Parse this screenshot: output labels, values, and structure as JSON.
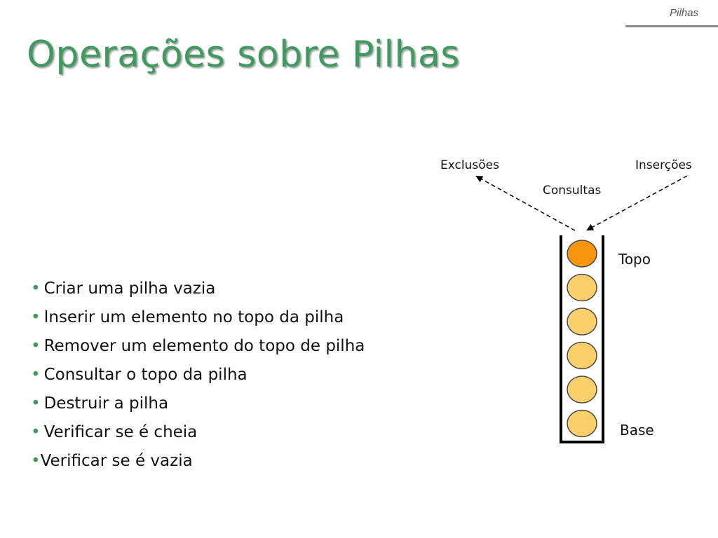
{
  "header": {
    "tag": "Pilhas"
  },
  "title": "Operações sobre Pilhas",
  "bullets": {
    "mark": "•",
    "items": [
      "Criar uma pilha vazia",
      "Inserir um elemento no topo da pilha",
      "Remover um elemento do topo de pilha",
      "Consultar  o topo da pilha",
      "Destruir a pilha",
      "Verificar se é cheia",
      "Verificar se é vazia"
    ]
  },
  "diagram": {
    "exclusions_label": "Exclusões",
    "consults_label": "Consultas",
    "insertions_label": "Inserções",
    "top_label": "Topo",
    "base_label": "Base",
    "element_count": 6,
    "colors": {
      "top_element": "#f7950e",
      "element": "#fbd06a",
      "outline": "#4a4a4a",
      "container": "#000000"
    }
  }
}
